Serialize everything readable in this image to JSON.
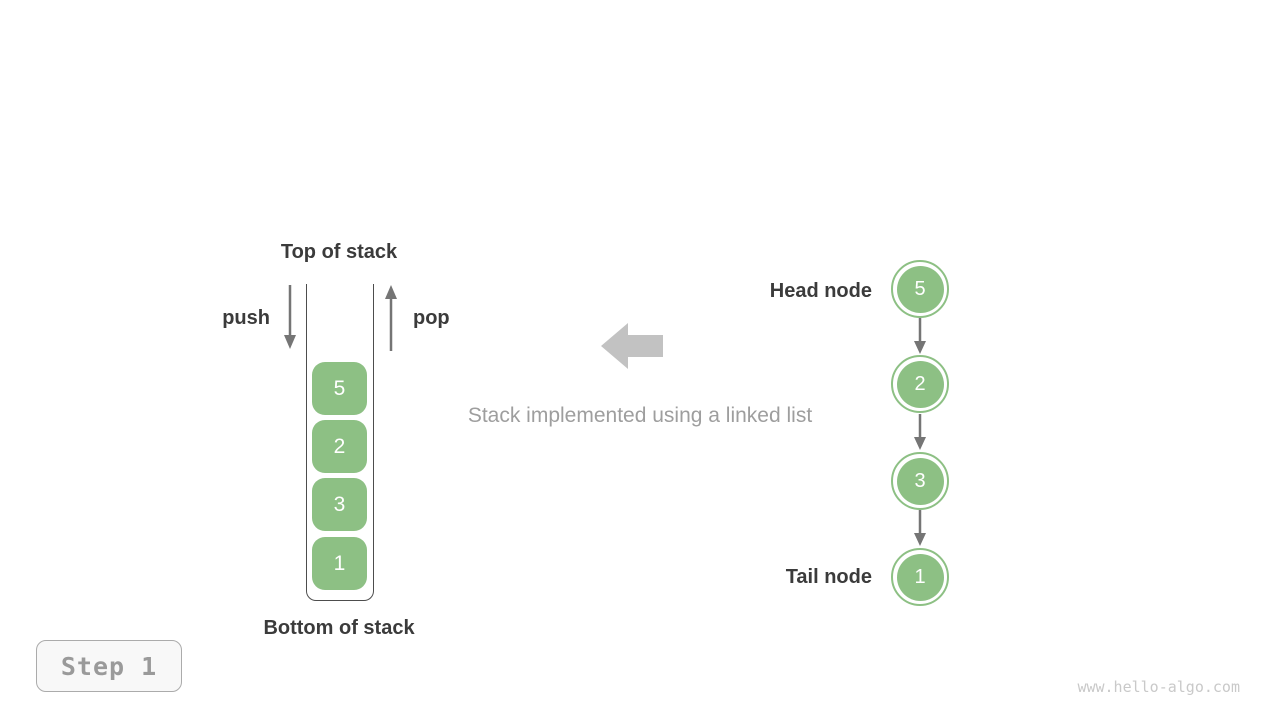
{
  "stack": {
    "top_label": "Top of stack",
    "bottom_label": "Bottom of stack",
    "push_label": "push",
    "pop_label": "pop",
    "items": [
      "5",
      "2",
      "3",
      "1"
    ]
  },
  "caption": {
    "text": "Stack implemented using a linked list"
  },
  "linked_list": {
    "head_label": "Head node",
    "tail_label": "Tail node",
    "nodes": [
      "5",
      "2",
      "3",
      "1"
    ]
  },
  "step_badge": {
    "label": "Step 1"
  },
  "watermark": {
    "text": "www.hello-algo.com"
  },
  "colors": {
    "node_green": "#8dc084",
    "dark_text": "#3b3b3b",
    "small_arrow_gray": "#757575",
    "container_outline": "#4d4d4d",
    "big_arrow_gray": "#c2c2c2",
    "caption_gray": "#9e9e9e",
    "badge_text": "#9a9a9a",
    "badge_border": "#ababab",
    "badge_background": "#f8f8f8",
    "watermark_gray": "#c9c9c9"
  }
}
